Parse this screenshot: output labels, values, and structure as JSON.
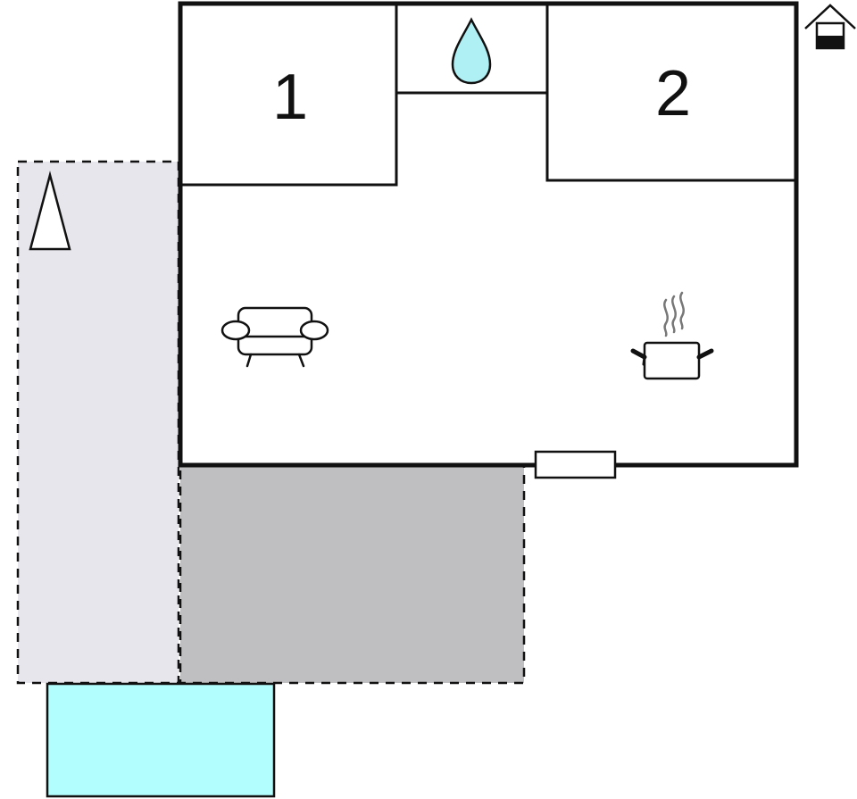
{
  "rooms": [
    {
      "id": "bedroom-1",
      "label": "1"
    },
    {
      "id": "bedroom-2",
      "label": "2"
    }
  ],
  "icons": {
    "bathroom": "water-drop-icon",
    "living": "sofa-icon",
    "kitchen": "cooking-pot-icon",
    "garden": "tree-icon",
    "floor_marker": "house-ground-floor-icon"
  },
  "colors": {
    "wall": "#111111",
    "terrace": "#bfbfc1",
    "garden": "#e7e6ec",
    "pool": "#b2fdfe",
    "water": "#aef0f4"
  }
}
